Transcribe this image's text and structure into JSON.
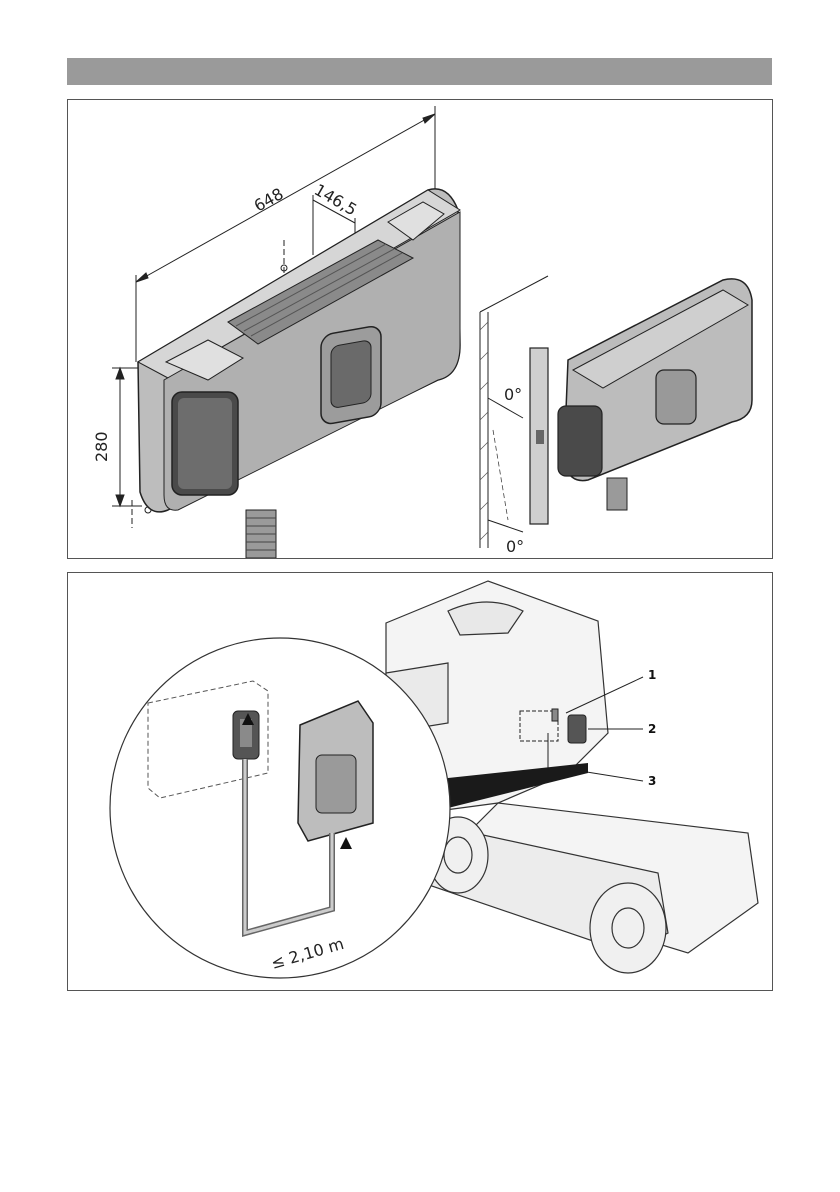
{
  "figure1": {
    "dim_width": "648",
    "dim_depth": "146,5",
    "dim_height": "280",
    "angle_top": "0°",
    "angle_bottom": "0°"
  },
  "figure2": {
    "callouts": [
      "1",
      "2",
      "3"
    ],
    "cable_length": "≤ 2,10 m"
  }
}
